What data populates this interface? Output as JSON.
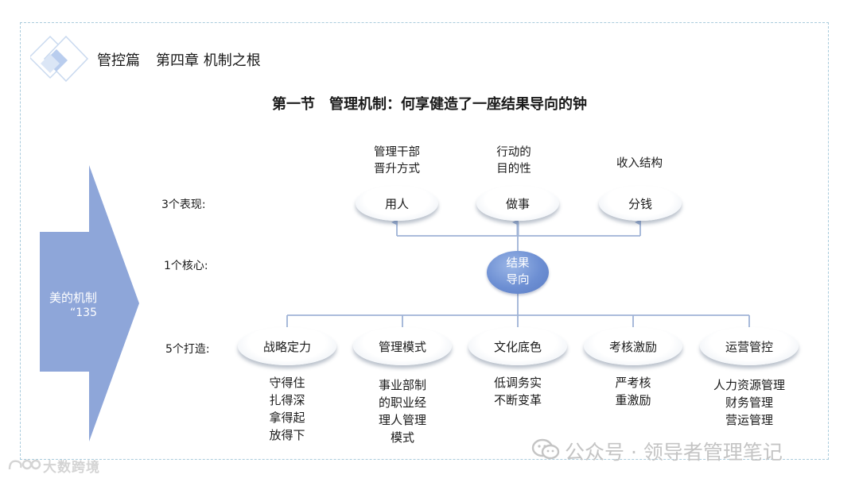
{
  "header": {
    "part": "管控篇",
    "chapter": "第四章 机制之根"
  },
  "section_title": "第一节　管理机制：何享健造了一座结果导向的钟",
  "arrow": {
    "line1": "美的机制",
    "line2": "“135"
  },
  "rows": {
    "expressions_label": "3个表现:",
    "core_label": "1个核心:",
    "builds_label": "5个打造:"
  },
  "expressions": [
    {
      "label": "用人",
      "caption_lines": [
        "管理干部",
        "晋升方式"
      ]
    },
    {
      "label": "做事",
      "caption_lines": [
        "行动的",
        "目的性"
      ]
    },
    {
      "label": "分钱",
      "caption_lines": [
        "收入结构"
      ]
    }
  ],
  "core": {
    "line1": "结果",
    "line2": "导向"
  },
  "builds": [
    {
      "label": "战略定力",
      "desc_lines": [
        "守得住",
        "扎得深",
        "拿得起",
        "放得下"
      ]
    },
    {
      "label": "管理模式",
      "desc_lines": [
        "事业部制",
        "的职业经",
        "理人管理",
        "模式"
      ]
    },
    {
      "label": "文化底色",
      "desc_lines": [
        "低调务实",
        "不断变革"
      ]
    },
    {
      "label": "考核激励",
      "desc_lines": [
        "严考核",
        "重激励"
      ]
    },
    {
      "label": "运营管控",
      "desc_lines": [
        "人力资源管理",
        "财务管理",
        "营运管理"
      ]
    }
  ],
  "watermarks": {
    "left": "大数跨境",
    "right": "公众号 · 领导者管理笔记"
  },
  "colors": {
    "arrow_fill": "#8ea6d9",
    "core_fill": "#6d8fd3",
    "connector": "#9fb3d6",
    "frame_border": "#a9cbdc"
  }
}
